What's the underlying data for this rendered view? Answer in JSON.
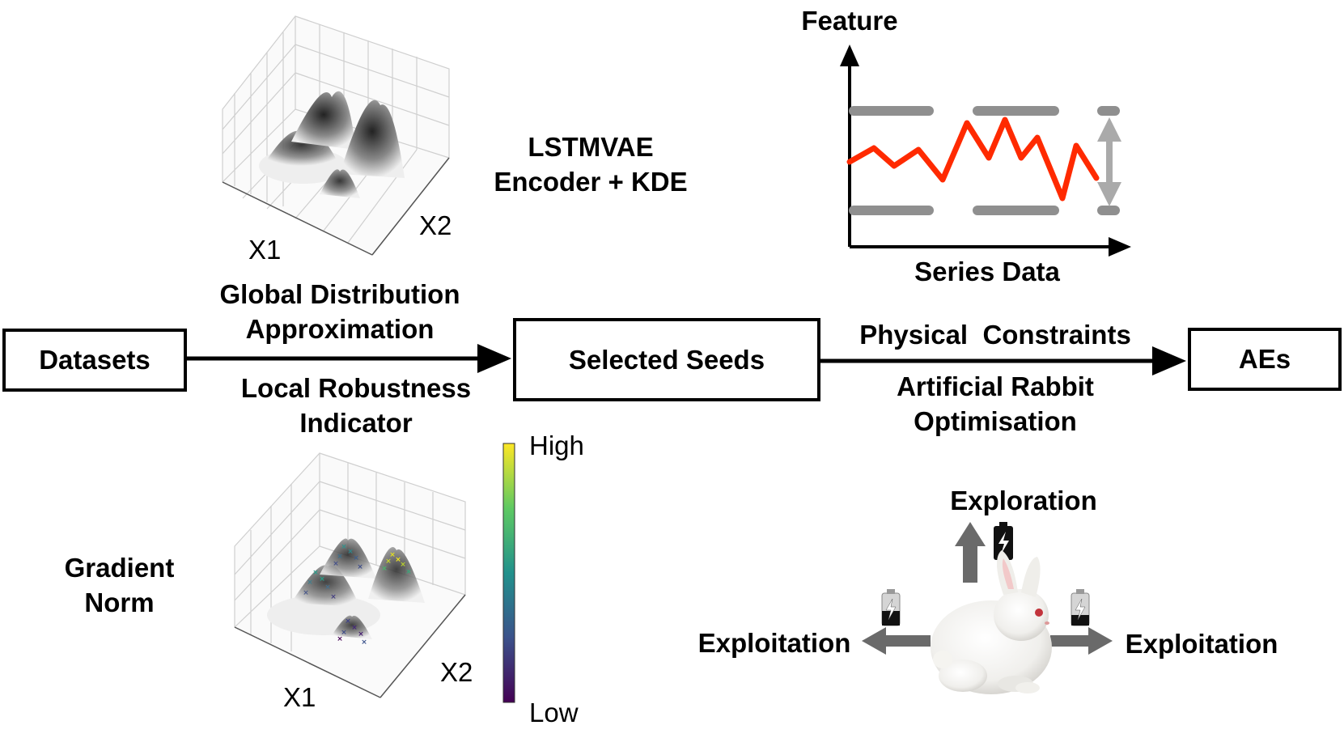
{
  "boxes": {
    "datasets": "Datasets",
    "selected_seeds": "Selected Seeds",
    "aes": "AEs"
  },
  "left_edge": {
    "top_line1": "Global Distribution",
    "top_line2": "Approximation",
    "bottom_line1": "Local Robustness",
    "bottom_line2": "Indicator"
  },
  "right_edge": {
    "top": "Physical  Constraints",
    "bottom_line1": "Artificial Rabbit",
    "bottom_line2": "Optimisation"
  },
  "kde_plot": {
    "title_line1": "LSTMVAE",
    "title_line2": "Encoder + KDE",
    "x1": "X1",
    "x2": "X2"
  },
  "gradient_plot": {
    "title_line1": "Gradient",
    "title_line2": "Norm",
    "x1": "X1",
    "x2": "X2",
    "colorbar_high": "High",
    "colorbar_low": "Low"
  },
  "series_plot": {
    "ylabel": "Feature",
    "xlabel": "Series Data",
    "line_color": "#ff2a00"
  },
  "rabbit": {
    "exploration": "Exploration",
    "exploitation_left": "Exploitation",
    "exploitation_right": "Exploitation"
  }
}
